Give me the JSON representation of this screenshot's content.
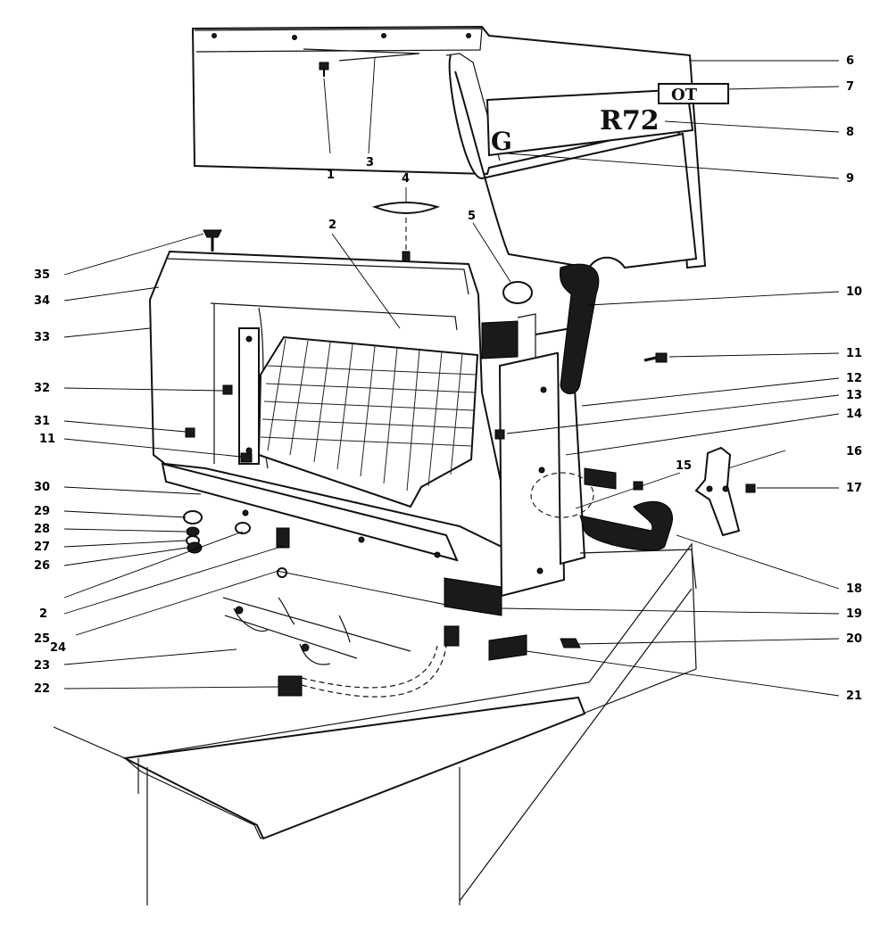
{
  "colors": {
    "ink": "#000000",
    "paper": "#ffffff",
    "rubber": "#1a1a1a"
  },
  "logo": {
    "left": "G",
    "center": "R72",
    "right": "OT"
  },
  "callouts": [
    {
      "id": "c1",
      "label": "1"
    },
    {
      "id": "c2a",
      "label": "2"
    },
    {
      "id": "c3",
      "label": "3"
    },
    {
      "id": "c4",
      "label": "4"
    },
    {
      "id": "c5",
      "label": "5"
    },
    {
      "id": "c6",
      "label": "6"
    },
    {
      "id": "c7",
      "label": "7"
    },
    {
      "id": "c8",
      "label": "8"
    },
    {
      "id": "c9",
      "label": "9"
    },
    {
      "id": "c10",
      "label": "10"
    },
    {
      "id": "c11a",
      "label": "11"
    },
    {
      "id": "c12",
      "label": "12"
    },
    {
      "id": "c13",
      "label": "13"
    },
    {
      "id": "c14",
      "label": "14"
    },
    {
      "id": "c15",
      "label": "15"
    },
    {
      "id": "c16",
      "label": "16"
    },
    {
      "id": "c17",
      "label": "17"
    },
    {
      "id": "c18",
      "label": "18"
    },
    {
      "id": "c19",
      "label": "19"
    },
    {
      "id": "c20",
      "label": "20"
    },
    {
      "id": "c21",
      "label": "21"
    },
    {
      "id": "c22",
      "label": "22"
    },
    {
      "id": "c23",
      "label": "23"
    },
    {
      "id": "c24",
      "label": "24"
    },
    {
      "id": "c25",
      "label": "25"
    },
    {
      "id": "c2b",
      "label": "2"
    },
    {
      "id": "c26",
      "label": "26"
    },
    {
      "id": "c27",
      "label": "27"
    },
    {
      "id": "c28",
      "label": "28"
    },
    {
      "id": "c29",
      "label": "29"
    },
    {
      "id": "c30",
      "label": "30"
    },
    {
      "id": "c11b",
      "label": "11"
    },
    {
      "id": "c31",
      "label": "31"
    },
    {
      "id": "c32",
      "label": "32"
    },
    {
      "id": "c33",
      "label": "33"
    },
    {
      "id": "c34",
      "label": "34"
    },
    {
      "id": "c35",
      "label": "35"
    }
  ]
}
